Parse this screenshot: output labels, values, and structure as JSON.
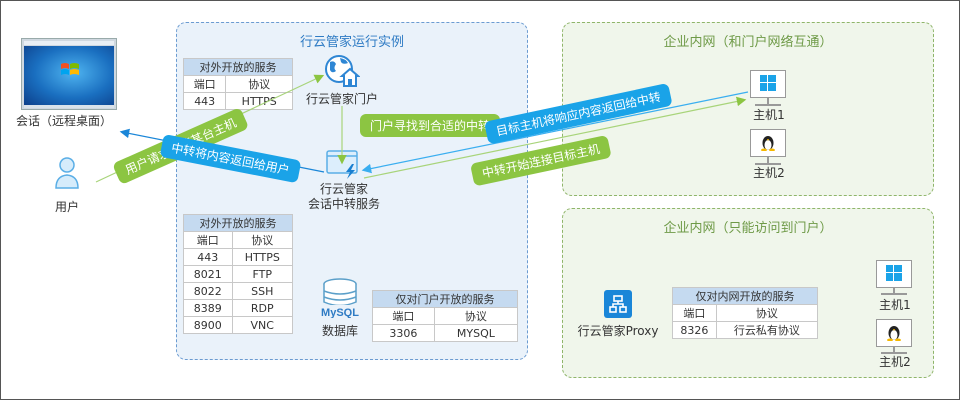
{
  "zones": {
    "instance": "行云管家运行实例",
    "intranet_connected": "企业内网（和门户网络互通）",
    "intranet_portal_only": "企业内网（只能访问到门户）"
  },
  "left": {
    "session_label": "会话（远程桌面）",
    "user_label": "用户"
  },
  "portal": {
    "label": "行云管家门户"
  },
  "relay": {
    "line1": "行云管家",
    "line2": "会话中转服务"
  },
  "database": {
    "label": "数据库",
    "logo_text": "MySQL"
  },
  "proxy": {
    "label": "行云管家Proxy"
  },
  "hosts_top": [
    {
      "label": "主机1",
      "os": "windows-icon"
    },
    {
      "label": "主机2",
      "os": "linux-icon"
    }
  ],
  "hosts_bottom": [
    {
      "label": "主机1",
      "os": "windows-icon"
    },
    {
      "label": "主机2",
      "os": "linux-icon"
    }
  ],
  "table_portal": {
    "title": "对外开放的服务",
    "headers": [
      "端口",
      "协议"
    ],
    "rows": [
      [
        "443",
        "HTTPS"
      ]
    ]
  },
  "table_relay": {
    "title": "对外开放的服务",
    "headers": [
      "端口",
      "协议"
    ],
    "rows": [
      [
        "443",
        "HTTPS"
      ],
      [
        "8021",
        "FTP"
      ],
      [
        "8022",
        "SSH"
      ],
      [
        "8389",
        "RDP"
      ],
      [
        "8900",
        "VNC"
      ]
    ]
  },
  "table_db": {
    "title": "仅对门户开放的服务",
    "headers": [
      "端口",
      "协议"
    ],
    "rows": [
      [
        "3306",
        "MYSQL"
      ]
    ]
  },
  "table_proxy": {
    "title": "仅对内网开放的服务",
    "headers": [
      "端口",
      "协议"
    ],
    "rows": [
      [
        "8326",
        "行云私有协议"
      ]
    ]
  },
  "flow_labels": {
    "user_request": "用户请求连接某台主机",
    "portal_find": "门户寻找到合适的中转",
    "relay_connect": "中转开始连接目标主机",
    "host_response": "目标主机将响应内容返回给中转",
    "relay_return": "中转将内容返回给用户"
  },
  "colors": {
    "green": "#8cc542",
    "blue": "#1aa3e8"
  }
}
